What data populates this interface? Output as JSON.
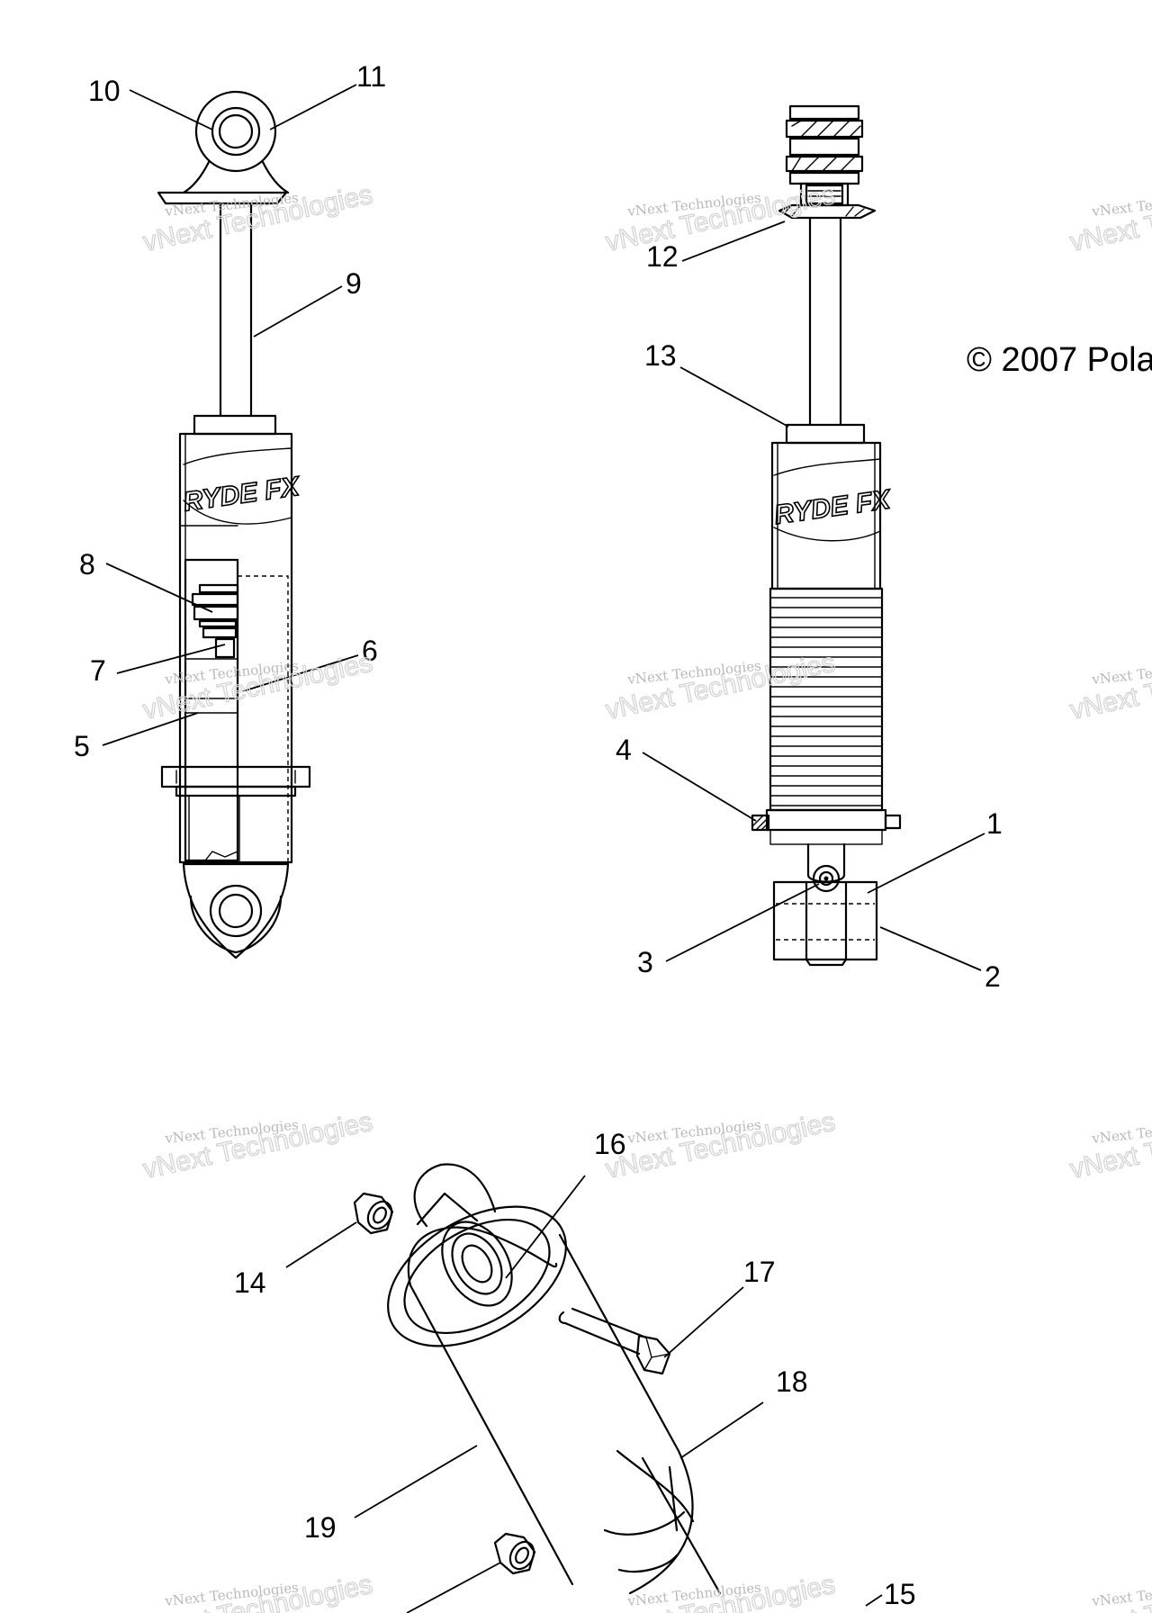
{
  "copyright": "© 2007 Pola",
  "brand_mark": "RYDE FX",
  "watermark": {
    "line1": "vNext Technologies",
    "line2": "vNext Technologies"
  },
  "callouts": [
    {
      "id": "1",
      "text": "1"
    },
    {
      "id": "2",
      "text": "2"
    },
    {
      "id": "3",
      "text": "3"
    },
    {
      "id": "4",
      "text": "4"
    },
    {
      "id": "5",
      "text": "5"
    },
    {
      "id": "6",
      "text": "6"
    },
    {
      "id": "7",
      "text": "7"
    },
    {
      "id": "8",
      "text": "8"
    },
    {
      "id": "9",
      "text": "9"
    },
    {
      "id": "10",
      "text": "10"
    },
    {
      "id": "11",
      "text": "11"
    },
    {
      "id": "12",
      "text": "12"
    },
    {
      "id": "13",
      "text": "13"
    },
    {
      "id": "14",
      "text": "14"
    },
    {
      "id": "15",
      "text": "15"
    },
    {
      "id": "16",
      "text": "16"
    },
    {
      "id": "17",
      "text": "17"
    },
    {
      "id": "18",
      "text": "18"
    },
    {
      "id": "19",
      "text": "19"
    }
  ]
}
